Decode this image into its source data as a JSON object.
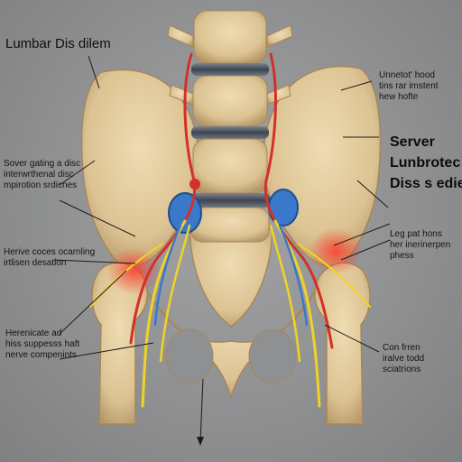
{
  "title": "Lumbar Dis dilem",
  "labels": {
    "top_right": "Unnetot' hood\ntins rar imstent\nhew hofte",
    "server_line1": "Server",
    "server_line2": "Lunbrotec",
    "server_line3": "Diss s edies",
    "left_upper": "Sover gating a disc\ninterwrthenal disc\nmpirotion srdicnes",
    "left_middle": "Herive coces ocarnling\nirtlisen desation",
    "right_middle": "Leg pat hons\nher inerinerpen phess",
    "left_lower": "Herenicate ad\nhiss suppesss haft\nnerve compenints",
    "right_lower": "Con frren\niralve todd\nsciatrions"
  },
  "colors": {
    "background": "#8f9091",
    "bone": "#e2cc9e",
    "bone_shadow": "#b89a68",
    "disc": "#4c5461",
    "nerve_yellow": "#f1d327",
    "artery_red": "#d4302a",
    "vein_blue": "#3b78c9",
    "inflammation": "#ff3b2b",
    "leader_line": "#1b1b1b"
  }
}
